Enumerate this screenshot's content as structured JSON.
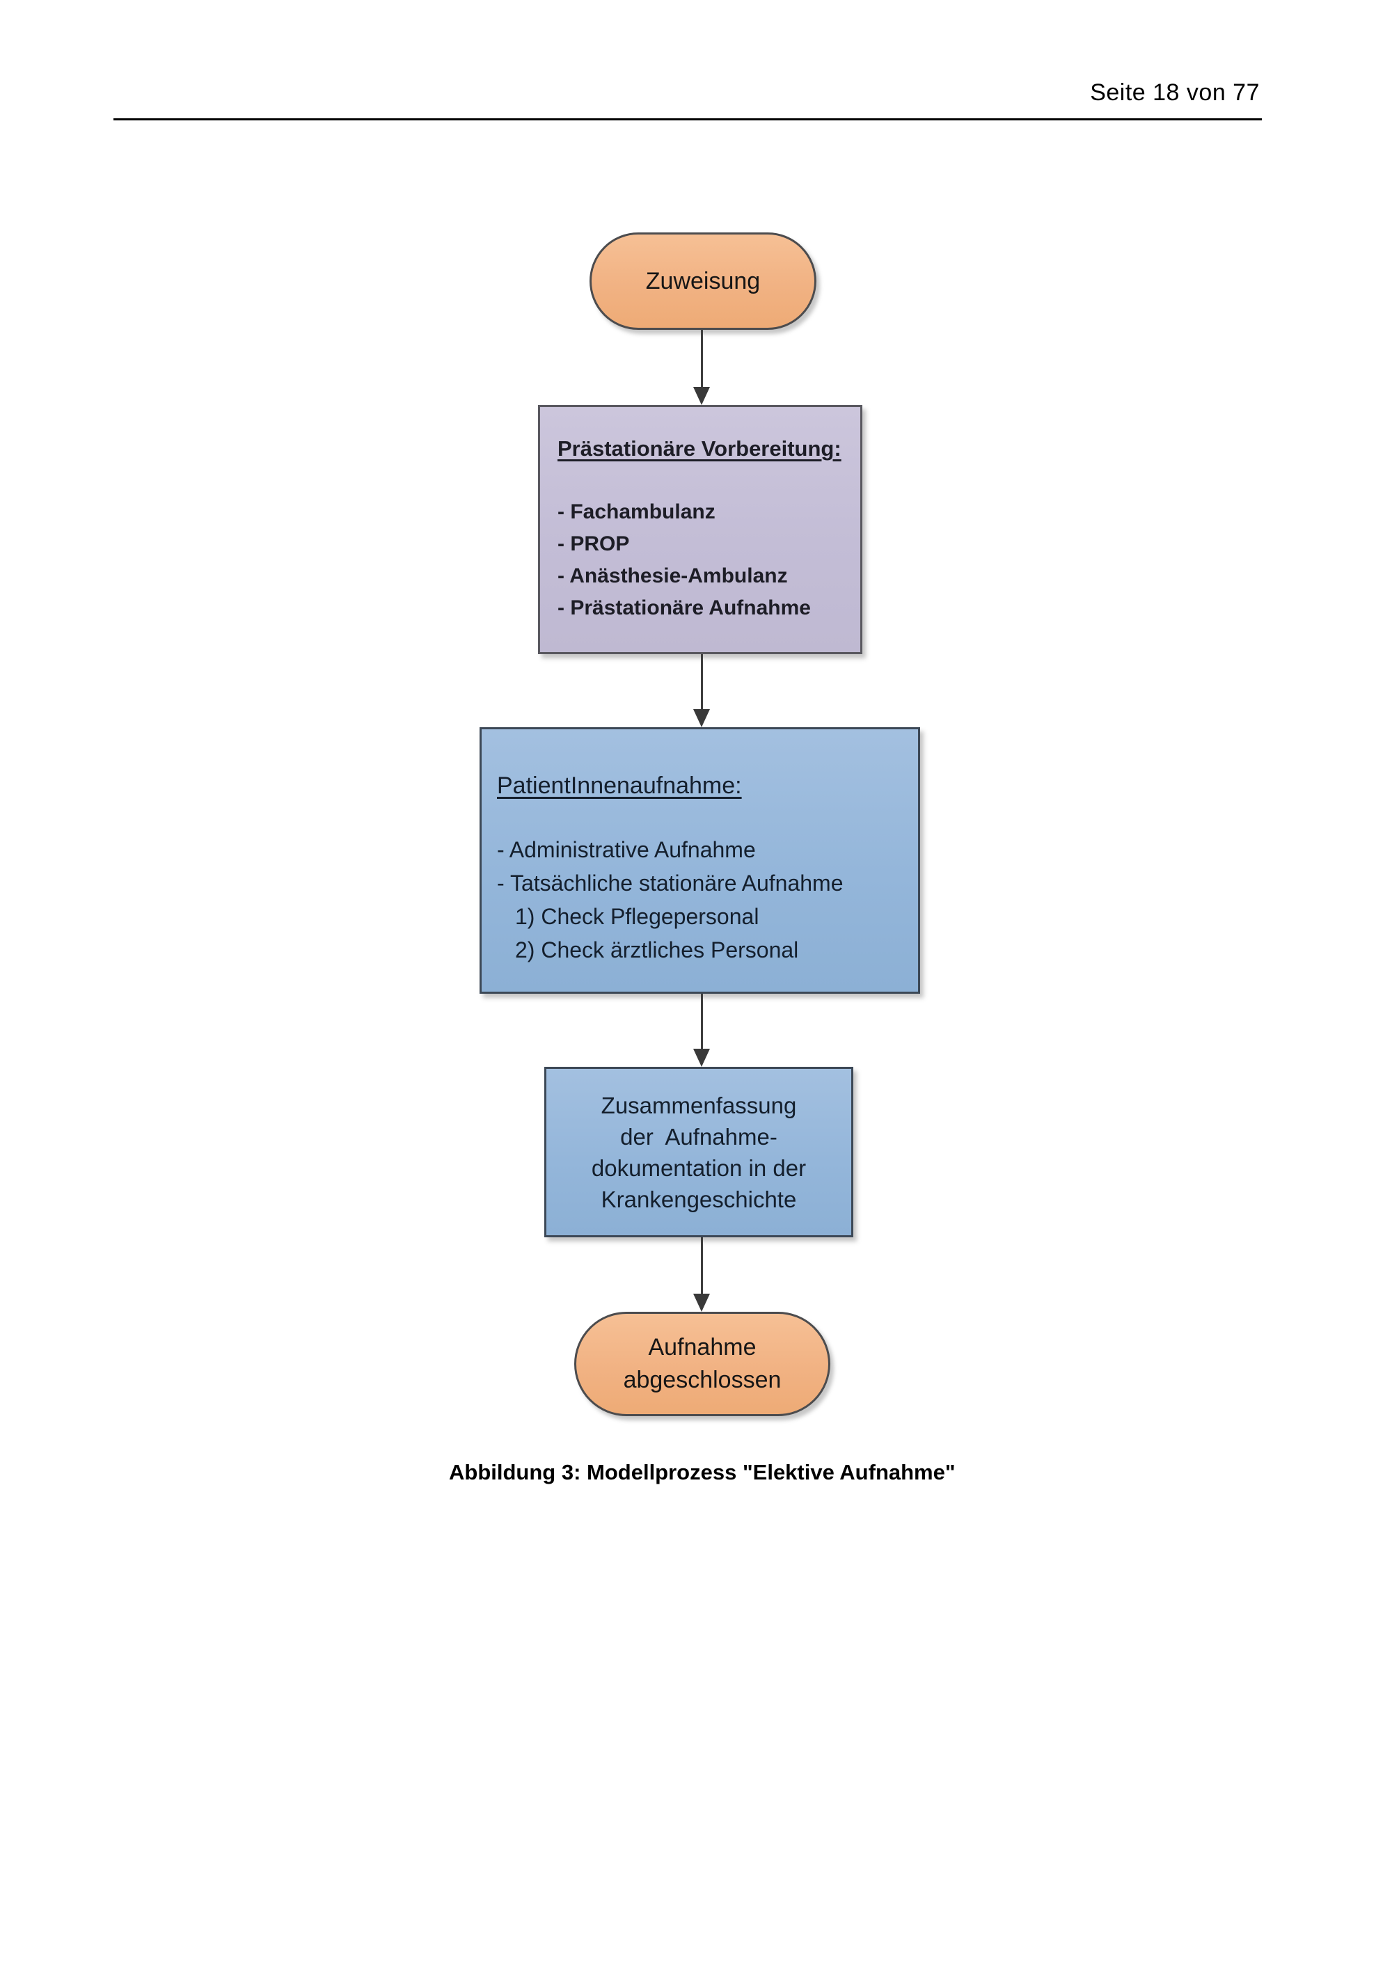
{
  "page": {
    "header": {
      "page_indicator": "Seite 18 von 77"
    },
    "caption": "Abbildung 3: Modellprozess \"Elektive Aufnahme\""
  },
  "flowchart": {
    "start": {
      "label": "Zuweisung"
    },
    "prep": {
      "title": "Prästationäre Vorbereitung:",
      "items": [
        "- Fachambulanz",
        "- PROP",
        "- Anästhesie-Ambulanz",
        "- Prästationäre Aufnahme"
      ]
    },
    "admission": {
      "title": "PatientInnenaufnahme:",
      "items": [
        "- Administrative Aufnahme",
        "- Tatsächliche stationäre Aufnahme",
        "1) Check Pflegepersonal",
        "2) Check ärztliches Personal"
      ]
    },
    "summary": {
      "lines": [
        "Zusammenfassung",
        "der  Aufnahme-",
        "dokumentation in der",
        "Krankengeschichte"
      ]
    },
    "end": {
      "lines": [
        "Aufnahme",
        "abgeschlossen"
      ]
    },
    "colors": {
      "terminator_fill": "#F1B283",
      "prep_fill": "#C3BDD6",
      "admission_fill": "#92B4D8",
      "box_border_dark": "#3C4856",
      "arrow": "#3A3A3A"
    }
  }
}
